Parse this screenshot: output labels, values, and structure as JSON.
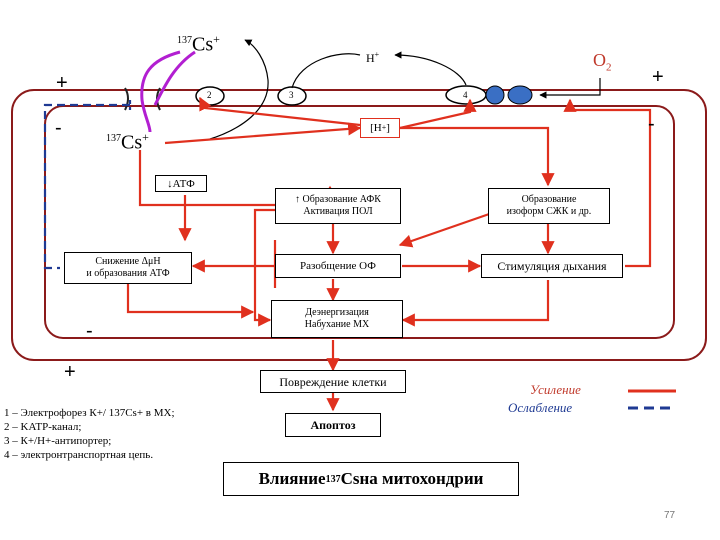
{
  "signs": {
    "outer_plus_left": "+",
    "outer_plus_right": "+",
    "inner_minus_left": "-",
    "inner_minus_right": "-",
    "inner_minus_bottom": "-",
    "outer_plus_bottom": "+"
  },
  "ions": {
    "cs_top_mass": "137",
    "cs_top_symbol": "Cs",
    "cs_top_charge": "+",
    "cs_inner_mass": "137",
    "cs_inner_symbol": "Cs",
    "cs_inner_charge": "+",
    "h_top": "H",
    "h_top_charge": "+",
    "h_inner": "[H",
    "h_inner_charge": "+",
    "h_inner_close": "]",
    "o2": "O",
    "o2_sub": "2"
  },
  "channels": {
    "c2": "2",
    "c3": "3",
    "c4": "4"
  },
  "boxes": {
    "atf_arrow": "↓",
    "atf": "АТФ",
    "afk_arrow": "↑",
    "afk_line1": "Образование АФК",
    "afk_line2": "Активация ПОЛ",
    "izo_line1": "Образование",
    "izo_line2": "изоформ СЖК и др.",
    "snizh_line1": "Снижение ΔμH",
    "snizh_line2": "и образования АТФ",
    "razob": "Разобщение ОФ",
    "stim": "Стимуляция дыхания",
    "deenerg_line1": "Деэнергизация",
    "deenerg_line2": "Набухание МХ",
    "povr": "Повреждение клетки",
    "apoptoz": "Апоптоз"
  },
  "legend_items": [
    "1 – Электрофорез К+/ 137Cs+ в МХ;",
    "2 – KАТР-канал;",
    "3 – К+/Н+-антипортер;",
    "4 –  электронтранспортная цепь."
  ],
  "key": {
    "increase": "Усиление",
    "decrease": "Ослабление"
  },
  "title": {
    "prefix": "Влияние ",
    "mass": "137",
    "symbol": "Cs",
    "suffix": " на митохондрии"
  },
  "page_number": "77",
  "colors": {
    "increase": "#e0301e",
    "decrease": "#1f3a93",
    "membrane": "#8b1a1a",
    "cs_path": "#b21fd1"
  }
}
